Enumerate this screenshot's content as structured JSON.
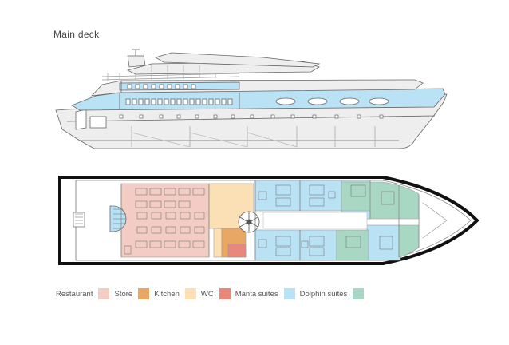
{
  "title": "Main deck",
  "legend": [
    {
      "label": "Restaurant",
      "color": "#f3cdc4"
    },
    {
      "label": "Store",
      "color": "#e8a864"
    },
    {
      "label": "Kitchen",
      "color": "#fbe0b5"
    },
    {
      "label": "WC",
      "color": "#e9877a"
    },
    {
      "label": "Manta suites",
      "color": "#b9e2f4"
    },
    {
      "label": "Dolphin suites",
      "color": "#a8d8c4"
    }
  ],
  "colors": {
    "outline": "#666666",
    "hull_fill": "#eeeeee",
    "window_blue": "#b9e2f4",
    "hull_black": "#111111"
  }
}
